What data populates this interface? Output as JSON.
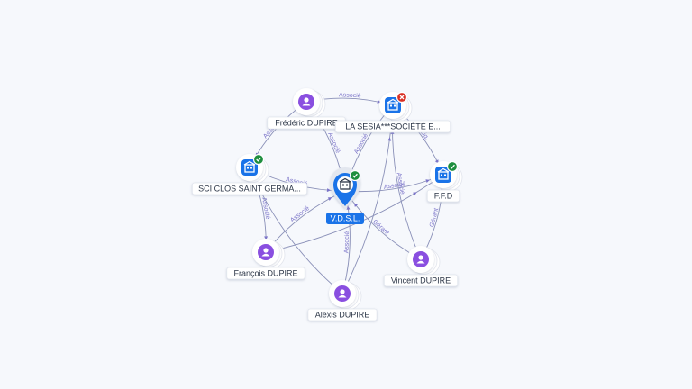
{
  "colors": {
    "person": "#8a4fe0",
    "company": "#1a73e8",
    "active_badge": "#1e8e3e",
    "closed_badge": "#d93025",
    "edge": "#8a90b8",
    "edge_label": "#7b74c9"
  },
  "nodes": [
    {
      "id": "frederic",
      "kind": "person",
      "label": "Frédéric DUPIRE",
      "icon": "person-icon"
    },
    {
      "id": "lasesia",
      "kind": "company",
      "label": "LA SESIA***SOCIÉTÉ E...",
      "icon": "building-icon",
      "badge": "closed"
    },
    {
      "id": "sci",
      "kind": "company",
      "label": "SCI CLOS SAINT GERMA...",
      "icon": "building-icon",
      "badge": "active"
    },
    {
      "id": "ffd",
      "kind": "company",
      "label": "F.F.D",
      "icon": "building-icon",
      "badge": "active"
    },
    {
      "id": "vdsl",
      "kind": "company-main",
      "label": "V.D.S.L.",
      "icon": "building-icon",
      "badge": "active"
    },
    {
      "id": "francois",
      "kind": "person",
      "label": "François DUPIRE",
      "icon": "person-icon"
    },
    {
      "id": "vincent",
      "kind": "person",
      "label": "Vincent DUPIRE",
      "icon": "person-icon"
    },
    {
      "id": "alexis",
      "kind": "person",
      "label": "Alexis DUPIRE",
      "icon": "person-icon"
    }
  ],
  "edges": [
    {
      "from": "frederic",
      "to": "lasesia",
      "label": "Associé"
    },
    {
      "from": "frederic",
      "to": "sci",
      "label": "Associé"
    },
    {
      "from": "frederic",
      "to": "vdsl",
      "label": "Associé"
    },
    {
      "from": "lasesia",
      "to": "vdsl",
      "label": "Associé"
    },
    {
      "from": "lasesia",
      "to": "ffd",
      "label": "Liq."
    },
    {
      "from": "sci",
      "to": "vdsl",
      "label": "Associé"
    },
    {
      "from": "sci",
      "to": "francois",
      "label": "Associé"
    },
    {
      "from": "vdsl",
      "to": "ffd",
      "label": "Associé"
    },
    {
      "from": "francois",
      "to": "vdsl",
      "label": "Associé"
    },
    {
      "from": "alexis",
      "to": "vdsl",
      "label": "Associé"
    },
    {
      "from": "alexis",
      "to": "sci",
      "label": ""
    },
    {
      "from": "alexis",
      "to": "lasesia",
      "label": ""
    },
    {
      "from": "vincent",
      "to": "vdsl",
      "label": "Gérant"
    },
    {
      "from": "vincent",
      "to": "ffd",
      "label": "Gérant"
    },
    {
      "from": "vincent",
      "to": "lasesia",
      "label": "Associé"
    },
    {
      "from": "francois",
      "to": "ffd",
      "label": ""
    }
  ]
}
